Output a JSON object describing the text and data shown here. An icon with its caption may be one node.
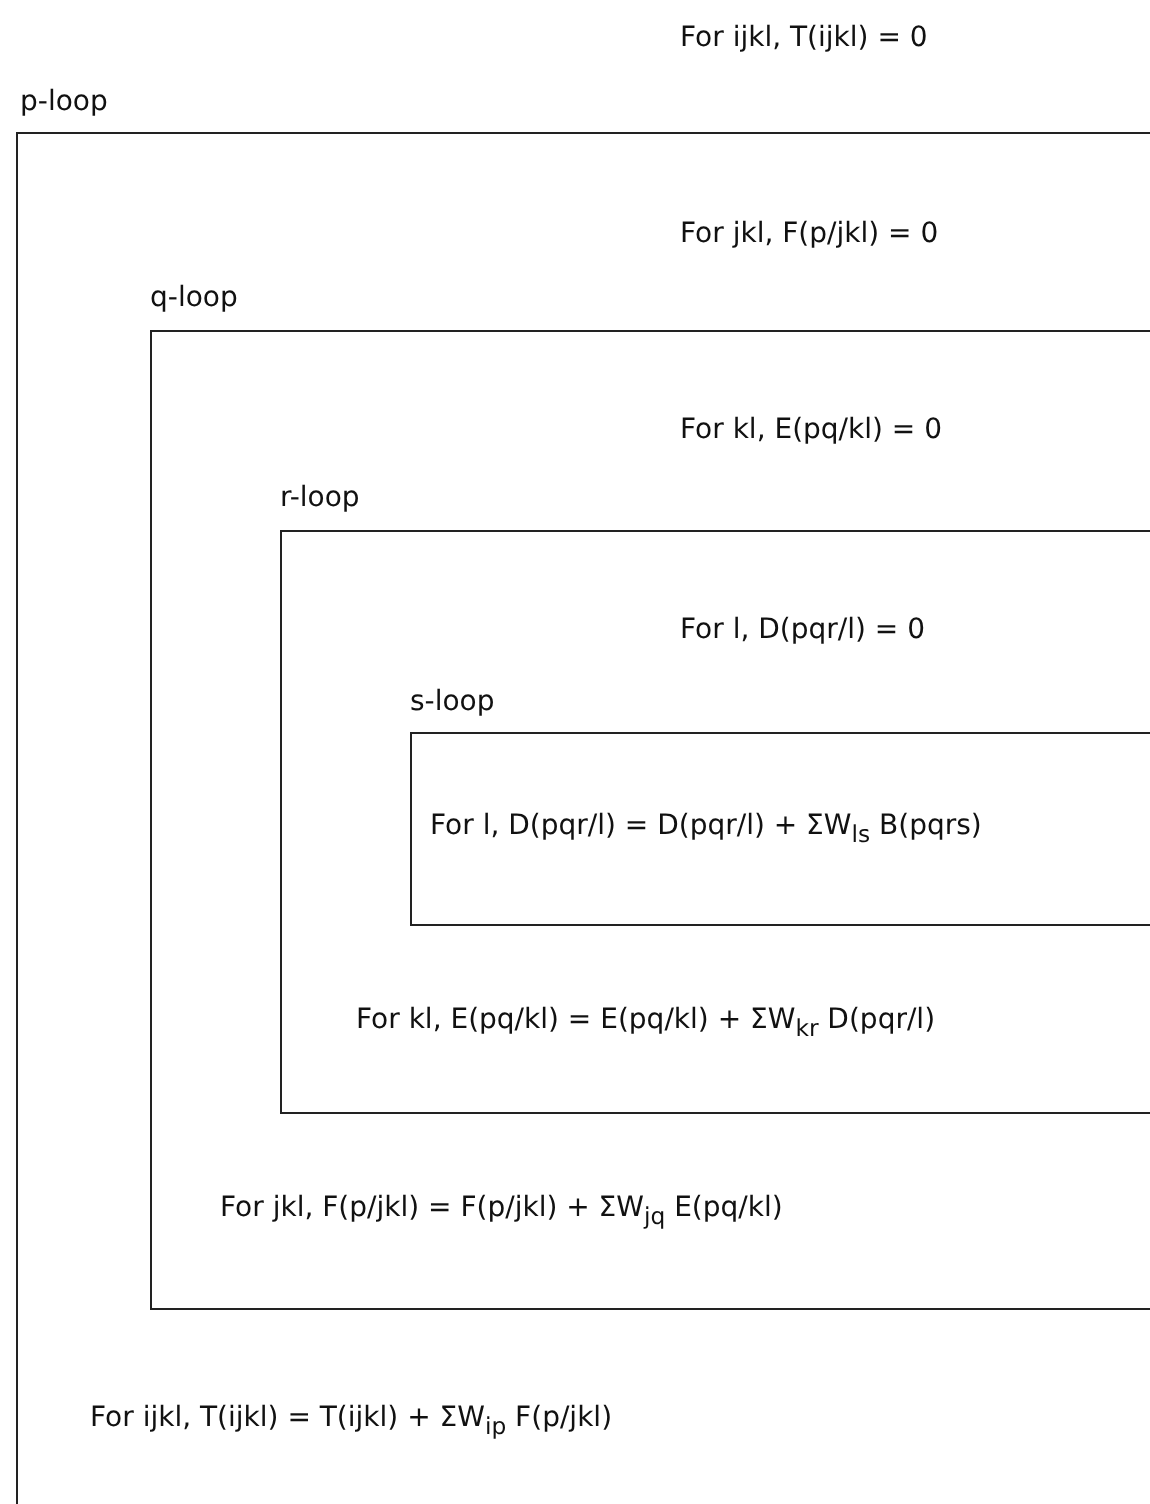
{
  "diagram": {
    "nodes": [
      {
        "text": [
          "p-loop",
          "For jkl, F(p/jkl) = 0",
          "For ijkl, T(ijkl) = T(ijkl) + ΣW$_{ip}$ F(p/jkl)"
        ]
      },
      {
        "text": [
          "q-loop",
          "For kl, E(pq/kl) = 0",
          "For jkl, F(p/jkl) = F(p/jkl) + ΣW$_{jq}$ E(pq/kl)"
        ],
        "in": 0
      },
      {
        "text": [
          "r-loop",
          "For l, D(pqr/l) = 0",
          "For kl, E(pq/kl) = E(pq/kl) + ΣW$_{kr}$ D(pqr/l)"
        ],
        "in": 1
      },
      {
        "text": [
          "s-loop",
          "For l, D(pqr/l) = D(pqr/l) + ΣW$_{ls}$ B(pqrs)"
        ],
        "in": 2
      }
    ],
    "labels": [
      "For ijkl, T(ijkl) = 0"
    ]
  }
}
